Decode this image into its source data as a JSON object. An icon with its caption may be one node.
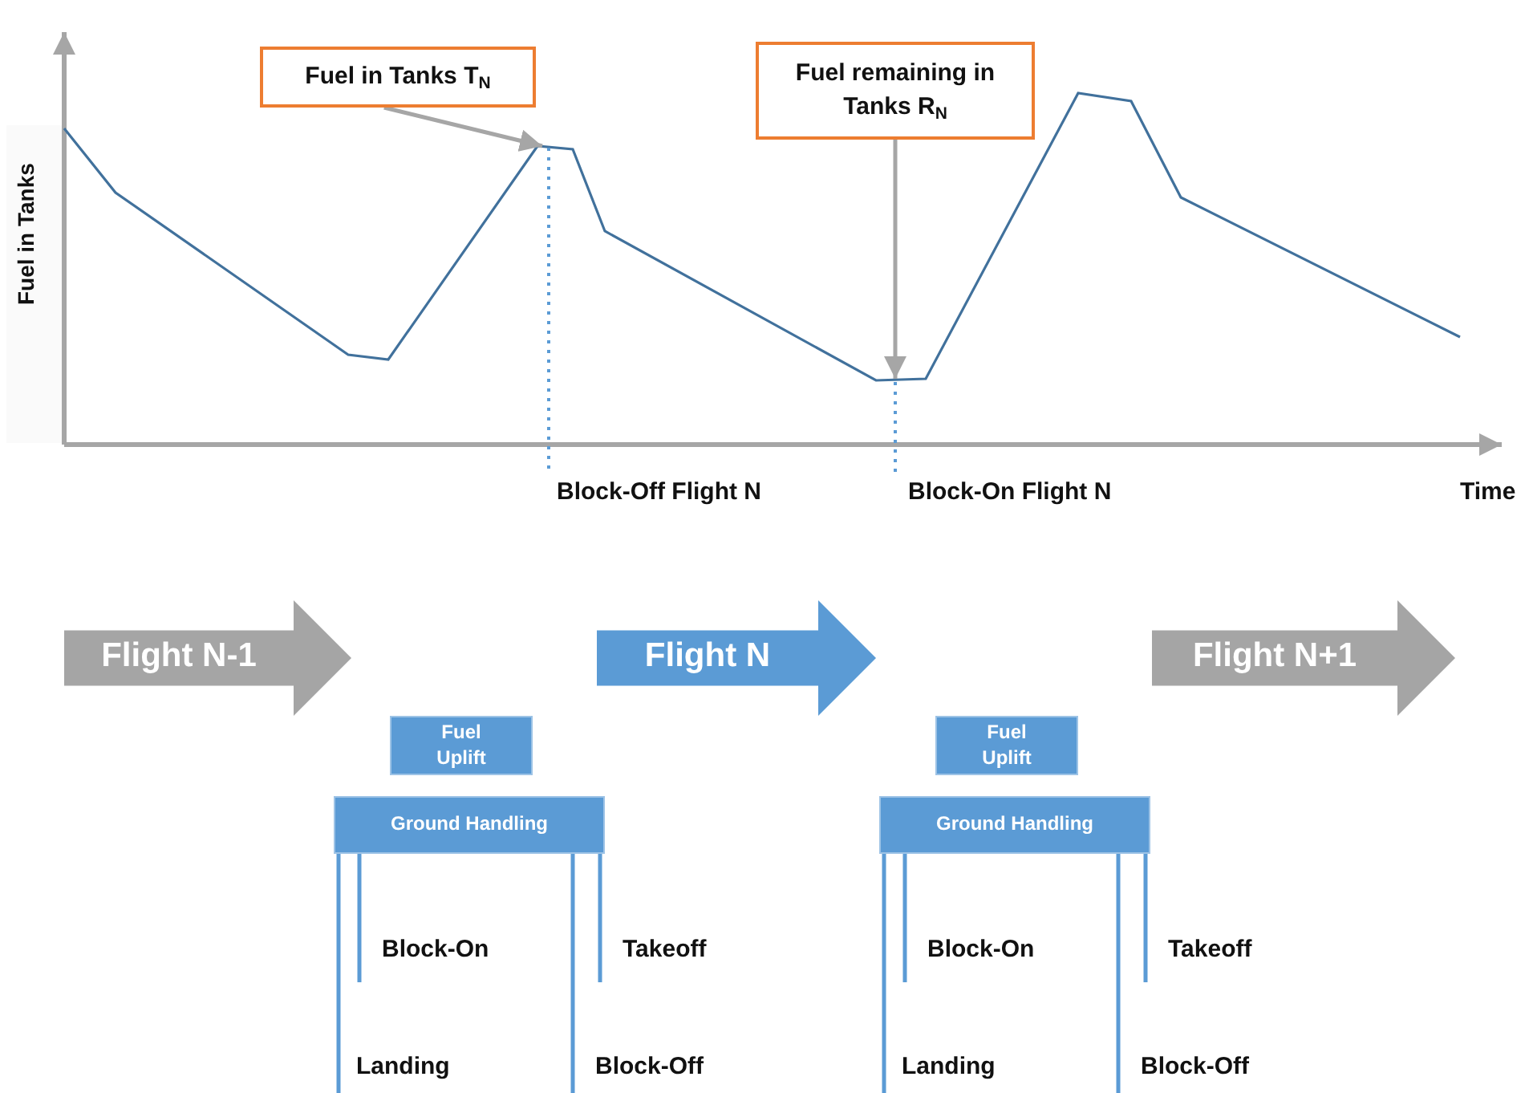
{
  "diagram": {
    "nodes": [
      {
        "text": [
          "Fuel in Tanks T$_{N}$"
        ]
      },
      {
        "text": [
          "Fuel remaining in Tanks R$_{N}$"
        ]
      },
      {
        "text": [
          "Flight N-1"
        ]
      },
      {
        "text": [
          "Flight N"
        ]
      },
      {
        "text": [
          "Flight N+1"
        ]
      },
      {
        "text": [
          "Fuel Uplift"
        ]
      },
      {
        "text": [
          "Ground Handling"
        ]
      },
      {
        "text": [
          "Fuel Uplift"
        ]
      },
      {
        "text": [
          "Ground Handling"
        ]
      }
    ],
    "edges": [
      {
        "from": 0,
        "to": null,
        "arrow": "to"
      },
      {
        "from": 1,
        "to": null,
        "arrow": "to"
      }
    ],
    "labels": [
      "Fuel in Tanks",
      "Block-Off Flight N",
      "Block-On Flight N",
      "Time",
      "Block-On",
      "Takeoff",
      "Block-On",
      "Takeoff",
      "Landing",
      "Block-Off",
      "Landing",
      "Block-Off"
    ]
  }
}
